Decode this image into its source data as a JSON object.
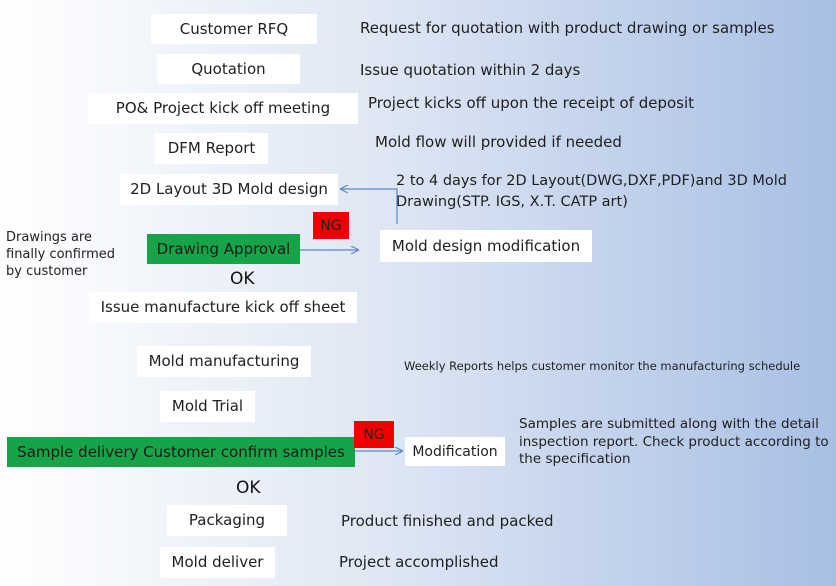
{
  "steps": {
    "rfq": "Customer RFQ",
    "quotation": "Quotation",
    "po_meeting": "PO& Project kick off meeting",
    "dfm": "DFM Report",
    "layout": "2D Layout 3D Mold design",
    "approval": "Drawing Approval",
    "mold_mod": "Mold design modification",
    "issue_sheet": "Issue manufacture kick off sheet",
    "mold_mfg": "Mold manufacturing",
    "mold_trial": "Mold Trial",
    "sample_delivery": "Sample delivery Customer confirm samples",
    "modification": "Modification",
    "packaging": "Packaging",
    "mold_deliver": "Mold deliver"
  },
  "labels": {
    "ng": "NG",
    "ok": "OK"
  },
  "descriptions": {
    "rfq": "Request for quotation with product drawing or samples",
    "quotation": "Issue quotation within 2 days",
    "po_meeting": "Project kicks off upon the receipt of deposit",
    "dfm": "Mold flow will provided if needed",
    "layout": "2 to 4 days for 2D Layout(DWG,DXF,PDF)and 3D Mold Drawing(STP. IGS, X.T. CATP art)",
    "approval_note": "Drawings are finally confirmed by customer",
    "weekly": "Weekly Reports helps customer monitor the manufacturing schedule",
    "samples": "Samples are submitted along with the detail inspection report. Check product according to the specification",
    "packaging": "Product finished and packed",
    "mold_deliver": "Project accomplished"
  },
  "colors": {
    "approval_box": "#17a347",
    "ng_badge": "#f00000",
    "arrow": "#5b87c7"
  }
}
